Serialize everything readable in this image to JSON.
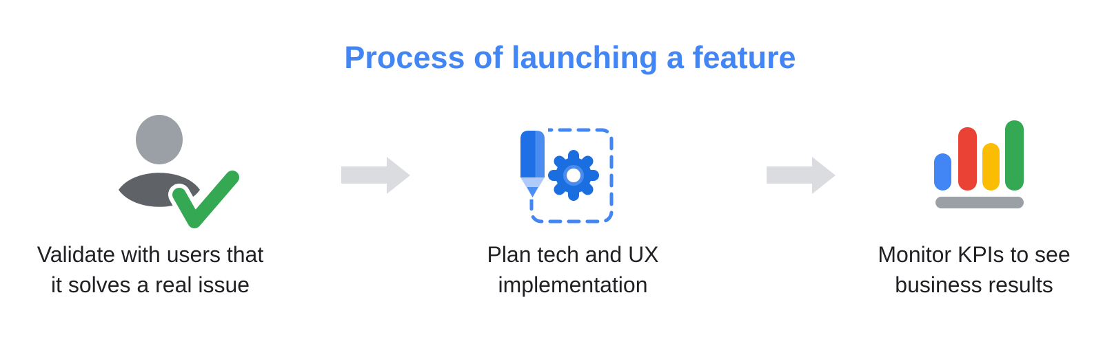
{
  "title": "Process of launching a feature",
  "steps": [
    {
      "name": "validate",
      "icon": "user-check-icon",
      "line1": "Validate with users that",
      "line2": "it solves a real issue"
    },
    {
      "name": "plan",
      "icon": "pencil-gear-icon",
      "line1": "Plan tech and UX",
      "line2": "implementation"
    },
    {
      "name": "monitor",
      "icon": "bar-chart-icon",
      "line1": "Monitor KPIs to see",
      "line2": "business results"
    }
  ],
  "colors": {
    "title_blue": "#4285F4",
    "caption_text": "#202124",
    "arrow_gray": "#DADCE0",
    "person_head_gray": "#9AA0A6",
    "person_body_gray": "#5F6368",
    "check_green": "#34A853",
    "pencil_blue_dark": "#1F70E6",
    "pencil_blue_light": "#4A8CF0",
    "pencil_tip_light": "#AECBFA",
    "pencil_point_blue": "#4B8DF3",
    "gear_blue": "#1B6EE0",
    "dashed_box_blue": "#4285F4",
    "bar_blue": "#4285F4",
    "bar_red": "#EA4335",
    "bar_yellow": "#FBBC04",
    "bar_green": "#34A853",
    "chart_base_gray": "#9AA0A6"
  }
}
